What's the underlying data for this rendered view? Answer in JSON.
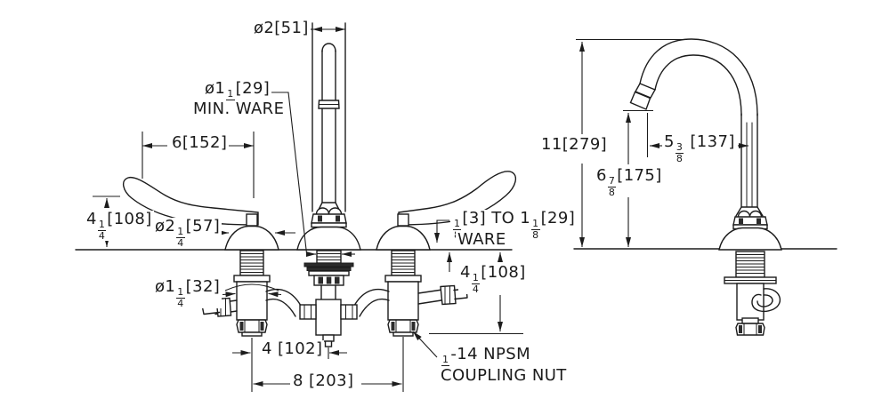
{
  "drawing": {
    "colors": {
      "line": "#1c1c1c",
      "background": "#ffffff"
    },
    "front_view": {
      "spout_diameter": "ø2[51]",
      "min_ware_line1": "ø1{1/8}[29]",
      "min_ware_line2": "MIN. WARE",
      "handle_span": "6[152]",
      "handle_height": "4{1/4}[108]",
      "escutcheon_diameter": "ø2{1/4}[57]",
      "shank_diameter": "ø1{1/4}[32]",
      "ware_note_line1": "{1/8}[3] TO 1{1/8}[29]",
      "ware_note_line2": "WARE",
      "below_deck_height": "4{1/4}[108]",
      "hole_spacing_half": "4 [102]",
      "hole_spacing_full": "8 [203]",
      "coupling_note_line1": "{1/2}-14 NPSM",
      "coupling_note_line2": "COUPLING NUT"
    },
    "side_view": {
      "spout_height": "11[279]",
      "outlet_height": "6{7/8}[175]",
      "outlet_reach": "5{3/8} [137]"
    }
  }
}
